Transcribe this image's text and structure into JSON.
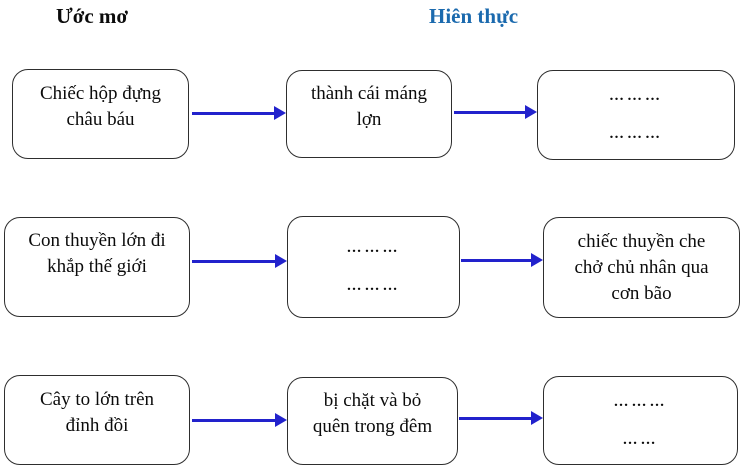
{
  "headers": {
    "dream": "Ước mơ",
    "reality": "Hiên thực"
  },
  "colors": {
    "arrow": "#2222cc",
    "border": "#2e2e2e",
    "header": "#1b6aae",
    "text": "#0b0b0b",
    "bg": "#ffffff"
  },
  "rows": [
    {
      "cells": [
        {
          "lines": [
            "Chiếc hộp đựng",
            "châu báu"
          ]
        },
        {
          "lines": [
            "thành cái máng",
            "lợn"
          ]
        },
        {
          "lines": [
            "………",
            "………"
          ],
          "placeholder": true
        }
      ]
    },
    {
      "cells": [
        {
          "lines": [
            "Con thuyền lớn đi",
            "khắp thế giới"
          ]
        },
        {
          "lines": [
            "………",
            "………"
          ],
          "placeholder": true
        },
        {
          "lines": [
            "chiếc thuyền che",
            "chở chủ nhân qua",
            "cơn bão"
          ]
        }
      ]
    },
    {
      "cells": [
        {
          "lines": [
            "Cây to lớn trên",
            "đỉnh đồi"
          ]
        },
        {
          "lines": [
            "bị chặt và bỏ",
            "quên trong đêm"
          ]
        },
        {
          "lines": [
            "………",
            "……"
          ],
          "placeholder": true
        }
      ]
    }
  ]
}
